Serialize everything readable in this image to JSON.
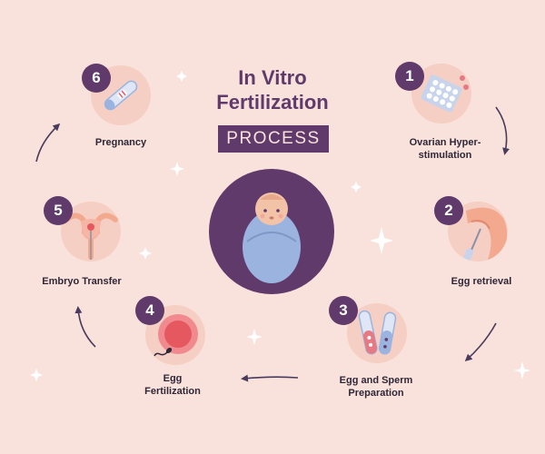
{
  "title_line1": "In Vitro",
  "title_line2": "Fertilization",
  "badge": "PROCESS",
  "colors": {
    "background": "#f9e2db",
    "accent": "#5f3a6a",
    "circle": "#f6cfc4",
    "baby_wrap": "#9bb4df"
  },
  "steps": [
    {
      "number": "1",
      "line1": "Ovarian Hyper-",
      "line2": "stimulation",
      "icon": "pill-blister-icon"
    },
    {
      "number": "2",
      "line1": "Egg retrieval",
      "line2": "",
      "icon": "egg-retrieval-icon"
    },
    {
      "number": "3",
      "line1": "Egg and Sperm",
      "line2": "Preparation",
      "icon": "test-tubes-icon"
    },
    {
      "number": "4",
      "line1": "Egg",
      "line2": "Fertilization",
      "icon": "egg-fertilization-icon"
    },
    {
      "number": "5",
      "line1": "Embryo Transfer",
      "line2": "",
      "icon": "uterus-icon"
    },
    {
      "number": "6",
      "line1": "Pregnancy",
      "line2": "",
      "icon": "pregnancy-test-icon"
    }
  ]
}
